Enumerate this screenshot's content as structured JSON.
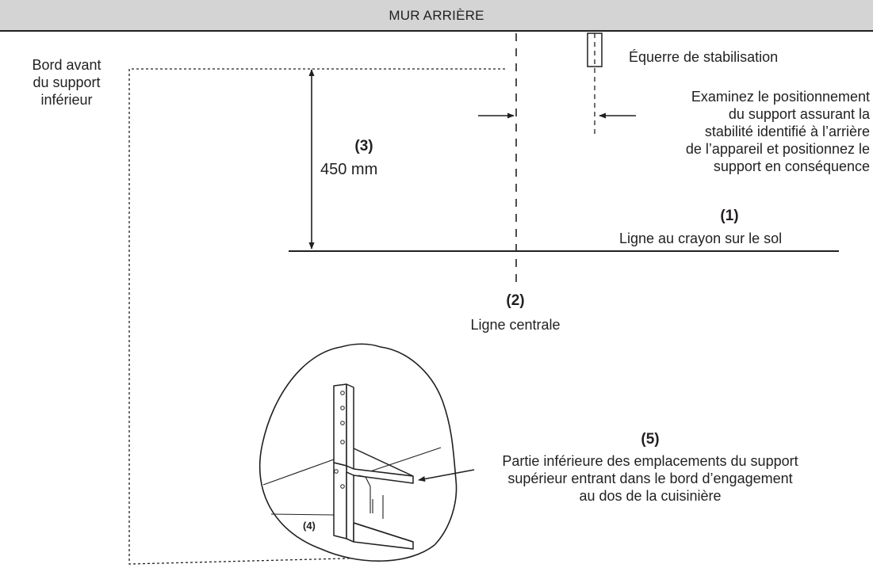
{
  "wall": {
    "label": "MUR ARRIÈRE"
  },
  "labels": {
    "front_edge": [
      "Bord avant",
      "du support",
      "inférieur"
    ],
    "bracket": "Équerre de stabilisation",
    "examine": [
      "Examinez le positionnement",
      "du support assurant la",
      "stabilité identifié à l’arrière",
      "de l’appareil et positionnez le",
      "support en conséquence"
    ],
    "dim_number": "(3)",
    "dim_value": "450 mm",
    "pencil_number": "(1)",
    "pencil_text": "Ligne au crayon sur le sol",
    "center_number": "(2)",
    "center_text": "Ligne centrale",
    "detail_number": "(5)",
    "detail_text": [
      "Partie inférieure des emplacements du support",
      "supérieur entrant dans le bord d’engagement",
      "au dos de la cuisinière"
    ],
    "inset_number": "(4)"
  },
  "colors": {
    "ink": "#231f20",
    "wall": "#d4d4d4",
    "background": "#ffffff"
  }
}
